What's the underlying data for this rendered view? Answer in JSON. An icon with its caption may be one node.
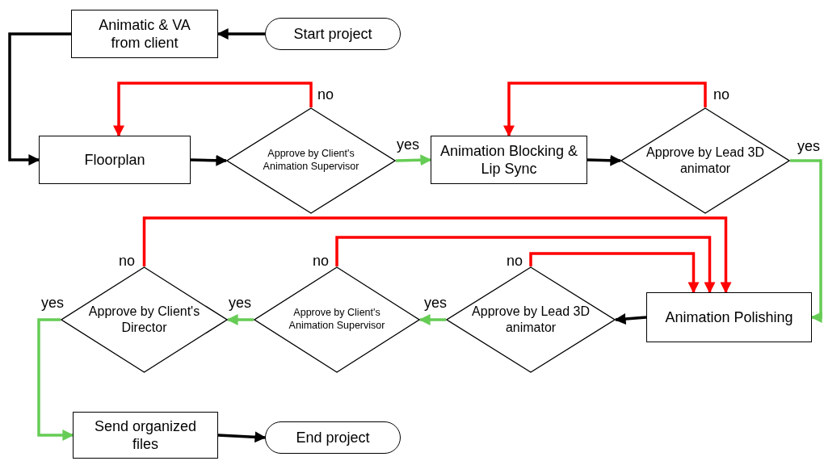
{
  "diagram": {
    "nodes": [
      {
        "text": [
          "Animatic & VA from client"
        ]
      },
      {
        "text": [
          "Start project"
        ]
      },
      {
        "text": [
          "Floorplan"
        ]
      },
      {
        "text": [
          "Approve by Client's Animation Supervisor"
        ]
      },
      {
        "text": [
          "Animation Blocking & Lip Sync"
        ]
      },
      {
        "text": [
          "Approve by Lead 3D animator"
        ]
      },
      {
        "text": [
          "Animation Polishing"
        ]
      },
      {
        "text": [
          "Approve by Lead 3D animator"
        ]
      },
      {
        "text": [
          "Approve by Client's Animation Supervisor"
        ]
      },
      {
        "text": [
          "Approve by Client's Director"
        ]
      },
      {
        "text": [
          "Send organized files"
        ]
      },
      {
        "text": [
          "End project"
        ]
      }
    ],
    "edges": [
      {
        "from": 1,
        "to": 0,
        "arrow": "to"
      },
      {
        "from": 0,
        "to": 2,
        "arrow": "to"
      },
      {
        "from": 2,
        "to": 3,
        "arrow": "to"
      },
      {
        "from": 3,
        "to": 4,
        "arrow": "to",
        "label": "yes",
        "color": "#66cc55"
      },
      {
        "from": 3,
        "to": 2,
        "arrow": "to",
        "label": "no",
        "color": "#ff0000"
      },
      {
        "from": 4,
        "to": 5,
        "arrow": "to"
      },
      {
        "from": 5,
        "to": 6,
        "arrow": "to",
        "label": "yes",
        "color": "#66cc55"
      },
      {
        "from": 5,
        "to": 4,
        "arrow": "to",
        "label": "no",
        "color": "#ff0000"
      },
      {
        "from": 6,
        "to": 7,
        "arrow": "to"
      },
      {
        "from": 7,
        "to": 8,
        "arrow": "to",
        "label": "yes",
        "color": "#66cc55"
      },
      {
        "from": 8,
        "to": 9,
        "arrow": "to",
        "label": "yes",
        "color": "#66cc55"
      },
      {
        "from": 9,
        "to": 10,
        "arrow": "to",
        "label": "yes",
        "color": "#66cc55"
      },
      {
        "from": 10,
        "to": 11,
        "arrow": "to"
      },
      {
        "from": 7,
        "to": 6,
        "arrow": "to",
        "label": "no",
        "color": "#ff0000"
      },
      {
        "from": 8,
        "to": 6,
        "arrow": "to",
        "label": "no",
        "color": "#ff0000"
      },
      {
        "from": 9,
        "to": 6,
        "arrow": "to",
        "label": "no",
        "color": "#ff0000"
      }
    ]
  }
}
